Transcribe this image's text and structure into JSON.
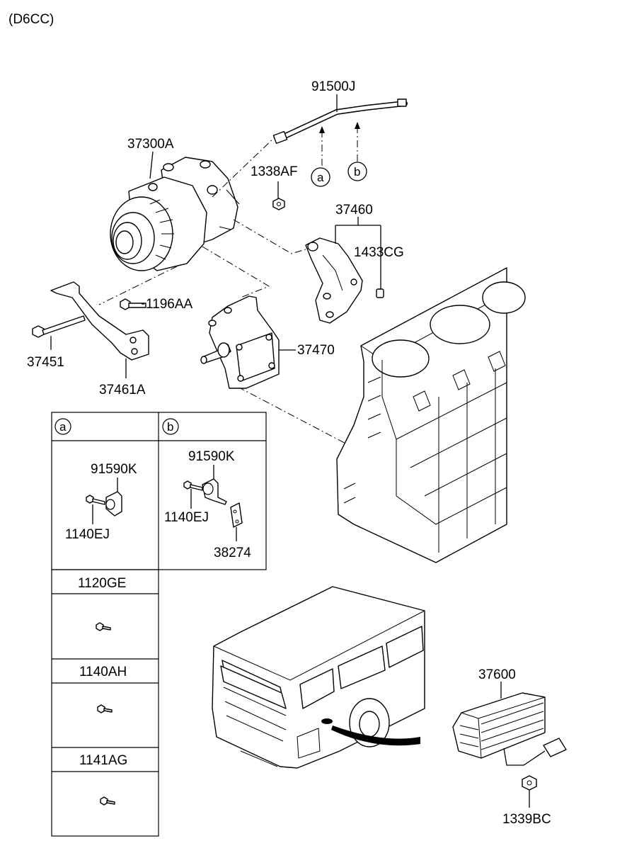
{
  "header": {
    "engine_code": "(D6CC)"
  },
  "callouts": {
    "p91500J": "91500J",
    "p37300A": "37300A",
    "p1338AF": "1338AF",
    "p37460": "37460",
    "p1433CG": "1433CG",
    "p1196AA": "1196AA",
    "p37470": "37470",
    "p37451": "37451",
    "p37461A": "37461A",
    "p37600": "37600",
    "p1339BC": "1339BC"
  },
  "ref_markers": {
    "a": "a",
    "b": "b"
  },
  "detail_table": {
    "col_a": {
      "marker": "a",
      "part": "91590K",
      "bolt": "1140EJ"
    },
    "col_b": {
      "marker": "b",
      "part": "91590K",
      "bolt": "1140EJ",
      "plate": "38274"
    },
    "bolts": [
      {
        "label": "1120GE"
      },
      {
        "label": "1140AH"
      },
      {
        "label": "1141AG"
      }
    ]
  }
}
